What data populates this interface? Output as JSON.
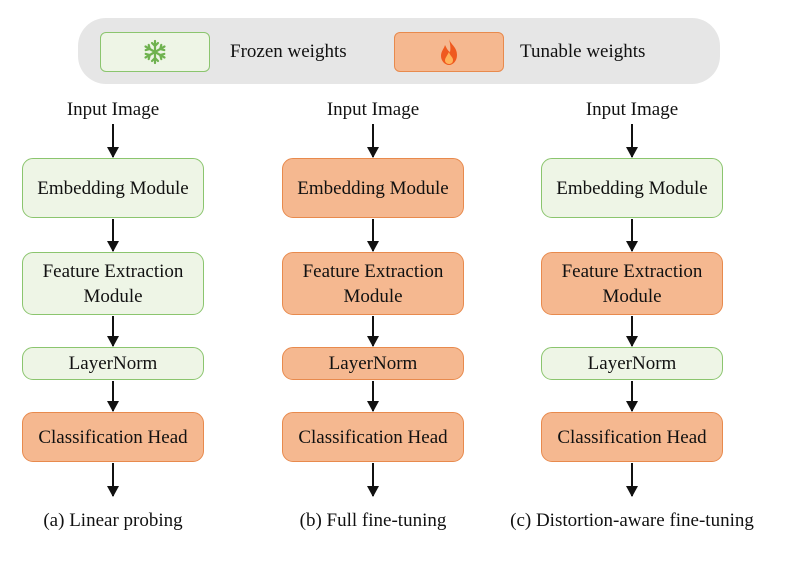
{
  "legend": {
    "frozen_label": "Frozen weights",
    "tunable_label": "Tunable weights",
    "frozen_icon": "snowflake-icon",
    "tunable_icon": "flame-icon"
  },
  "colors": {
    "frozen_fill": "#eef5e6",
    "frozen_border": "#8bc56e",
    "tunable_fill": "#f5b890",
    "tunable_border": "#e88a4d",
    "legend_background": "#e6e6e6"
  },
  "columns": [
    {
      "input": "Input Image",
      "embedding": "Embedding Module",
      "feature": "Feature Extraction Module",
      "layernorm": "LayerNorm",
      "head": "Classification Head",
      "caption": "(a) Linear probing",
      "states": [
        "frozen",
        "frozen",
        "frozen",
        "tunable"
      ]
    },
    {
      "input": "Input Image",
      "embedding": "Embedding Module",
      "feature": "Feature Extraction Module",
      "layernorm": "LayerNorm",
      "head": "Classification Head",
      "caption": "(b) Full fine-tuning",
      "states": [
        "tunable",
        "tunable",
        "tunable",
        "tunable"
      ]
    },
    {
      "input": "Input Image",
      "embedding": "Embedding Module",
      "feature": "Feature Extraction Module",
      "layernorm": "LayerNorm",
      "head": "Classification Head",
      "caption": "(c) Distortion-aware fine-tuning",
      "states": [
        "frozen",
        "tunable",
        "frozen",
        "tunable"
      ]
    }
  ]
}
